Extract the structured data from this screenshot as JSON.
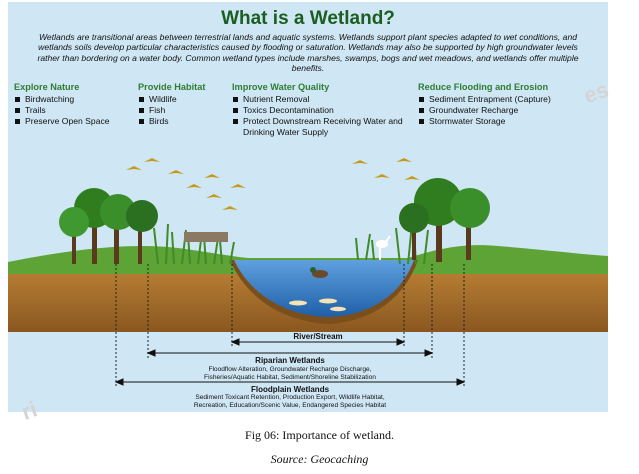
{
  "title": "What is a Wetland?",
  "intro": "Wetlands are transitional areas between terrestrial lands and aquatic systems. Wetlands support plant species adapted to wet conditions, and wetlands soils develop particular characteristics caused by flooding or saturation. Wetlands may also be supported by high groundwater levels rather than bordering on a water body. Common wetland types include marshes, swamps, bogs and wet meadows, and wetlands offer multiple benefits.",
  "benefits": [
    {
      "heading": "Explore Nature",
      "items": [
        "Birdwatching",
        "Trails",
        "Preserve Open Space"
      ]
    },
    {
      "heading": "Provide Habitat",
      "items": [
        "Wildlife",
        "Fish",
        "Birds"
      ]
    },
    {
      "heading": "Improve Water Quality",
      "items": [
        "Nutrient Removal",
        "Toxics Decontamination",
        "Protect Downstream Receiving Water and Drinking Water Supply"
      ]
    },
    {
      "heading": "Reduce Flooding and Erosion",
      "items": [
        "Sediment Entrapment (Capture)",
        "Groundwater Recharge",
        "Stormwater Storage"
      ]
    }
  ],
  "zones": {
    "river": {
      "label": "River/Stream"
    },
    "riparian": {
      "label": "Riparian Wetlands",
      "desc_1": "Floodflow Alteration, Groundwater Recharge Discharge,",
      "desc_2": "Fisheries/Aquatic Habitat, Sediment/Shoreline Stabilization"
    },
    "floodplain": {
      "label": "Floodplain Wetlands",
      "desc_1": "Sediment Toxicant Retention, Production Export, Wildlife Habitat,",
      "desc_2": "Recreation, Education/Scenic Value, Endangered Species Habitat"
    }
  },
  "caption": "Fig 06: Importance of wetland.",
  "source": "Source: Geocaching",
  "watermark_1": "es",
  "watermark_2": "ri",
  "colors": {
    "sky": "#cfe6f4",
    "title": "#1b5e20",
    "heading": "#2e7d32",
    "water": "#3d7fc9",
    "soil": "#a06d2b",
    "grass": "#4f9a2c"
  }
}
